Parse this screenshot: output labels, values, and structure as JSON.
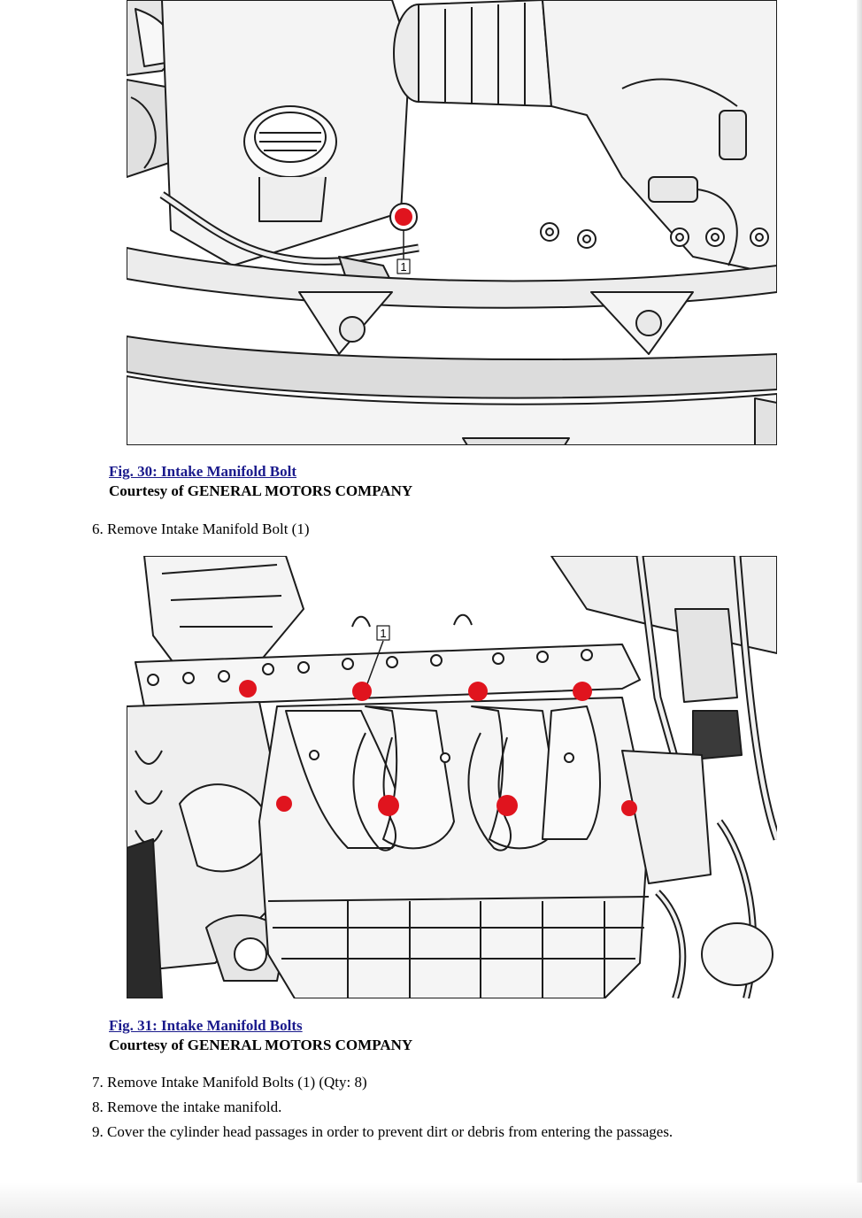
{
  "figures": [
    {
      "caption_link": "Fig. 30: Intake Manifold Bolt",
      "courtesy": "Courtesy of GENERAL MOTORS COMPANY",
      "callout": "1"
    },
    {
      "caption_link": "Fig. 31: Intake Manifold Bolts",
      "courtesy": "Courtesy of GENERAL MOTORS COMPANY",
      "callout": "1"
    }
  ],
  "steps": [
    "6. Remove Intake Manifold Bolt (1)",
    "7. Remove Intake Manifold Bolts (1) (Qty: 8)",
    "8. Remove the intake manifold.",
    "9. Cover the cylinder head passages in order to prevent dirt or debris from entering the passages."
  ],
  "colors": {
    "bolt_highlight": "#e0141e",
    "link": "#1a1a8c",
    "line_art": "#1c1c1c",
    "shading": "#d9d9d9"
  }
}
